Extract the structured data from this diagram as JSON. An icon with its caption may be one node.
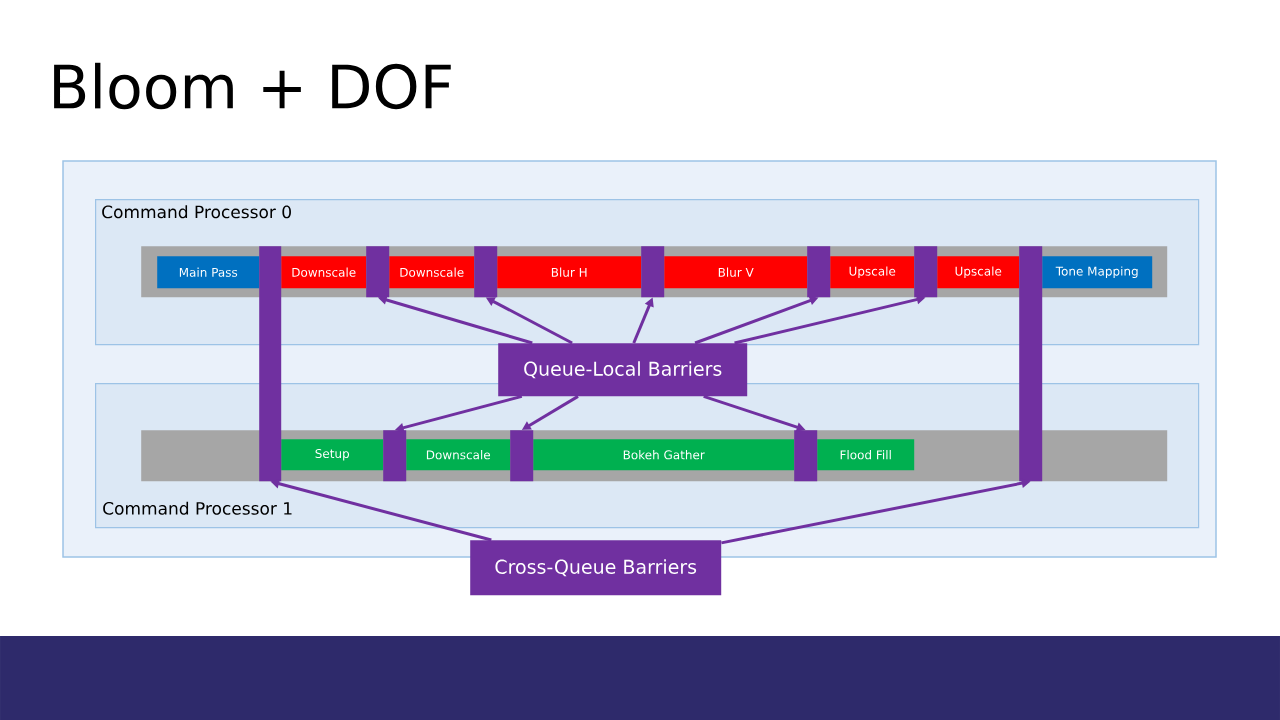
{
  "diagram": {
    "title": "Bloom + DOF",
    "nodes": [
      {
        "text": [
          "Command Processor 0"
        ]
      },
      {
        "text": [],
        "shape": "bar",
        "in": 0
      },
      {
        "text": [
          "Main Pass"
        ],
        "in": 1
      },
      {
        "text": [
          "Downscale"
        ],
        "in": 1
      },
      {
        "text": [
          "Downscale"
        ],
        "in": 1
      },
      {
        "text": [
          "Blur H"
        ],
        "in": 1
      },
      {
        "text": [
          "Blur V"
        ],
        "in": 1
      },
      {
        "text": [
          "Upscale"
        ],
        "in": 1
      },
      {
        "text": [
          "Upscale"
        ],
        "in": 1
      },
      {
        "text": [
          "Tone Mapping"
        ],
        "in": 1
      },
      {
        "text": [],
        "shape": "bar",
        "in": 1
      },
      {
        "text": [],
        "shape": "bar",
        "in": 1
      },
      {
        "text": [],
        "shape": "bar",
        "in": 1
      },
      {
        "text": [],
        "shape": "bar",
        "in": 1
      },
      {
        "text": [],
        "shape": "bar",
        "in": 1
      },
      {
        "text": [
          "Queue-Local Barriers"
        ]
      },
      {
        "text": [
          "Command Processor 1"
        ]
      },
      {
        "text": [],
        "shape": "bar",
        "in": 16
      },
      {
        "text": [
          "Setup"
        ],
        "in": 17
      },
      {
        "text": [
          "Downscale"
        ],
        "in": 17
      },
      {
        "text": [
          "Bokeh Gather"
        ],
        "in": 17
      },
      {
        "text": [
          "Flood Fill"
        ],
        "in": 17
      },
      {
        "text": [],
        "shape": "bar",
        "in": 17
      },
      {
        "text": [],
        "shape": "bar",
        "in": 17
      },
      {
        "text": [],
        "shape": "bar",
        "in": 17
      },
      {
        "text": [],
        "shape": "bar"
      },
      {
        "text": [],
        "shape": "bar"
      },
      {
        "text": [
          "Cross-Queue Barriers"
        ]
      }
    ],
    "edges": [
      {
        "from": 15,
        "to": 10,
        "arrow": "to"
      },
      {
        "from": 15,
        "to": 11,
        "arrow": "to"
      },
      {
        "from": 15,
        "to": 12,
        "arrow": "to"
      },
      {
        "from": 15,
        "to": 13,
        "arrow": "to"
      },
      {
        "from": 15,
        "to": 14,
        "arrow": "to"
      },
      {
        "from": 15,
        "to": 22,
        "arrow": "to"
      },
      {
        "from": 15,
        "to": 23,
        "arrow": "to"
      },
      {
        "from": 15,
        "to": 24,
        "arrow": "to"
      },
      {
        "from": 27,
        "to": 25,
        "arrow": "to"
      },
      {
        "from": 27,
        "to": 26,
        "arrow": "to"
      }
    ]
  }
}
